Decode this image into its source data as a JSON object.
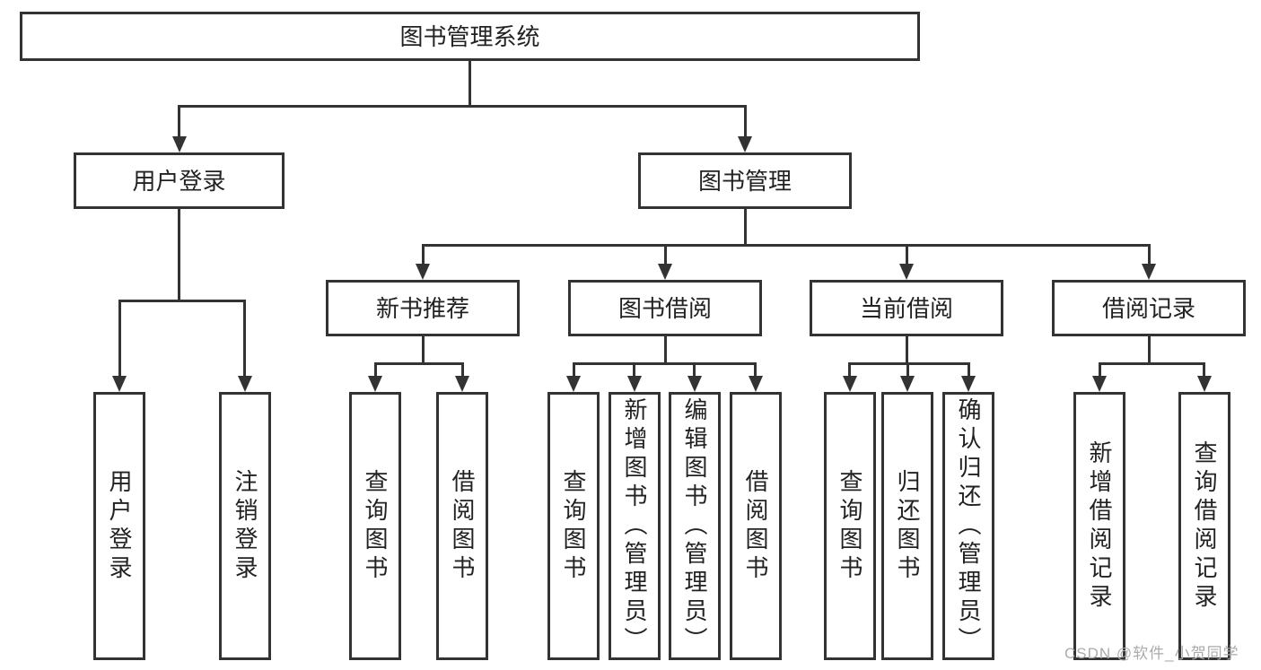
{
  "colors": {
    "line": "#333333",
    "text": "#222222",
    "background": "#ffffff",
    "watermark": "#ababab"
  },
  "tree": {
    "root": "图书管理系统",
    "children": [
      {
        "id": "user-login",
        "label": "用户登录",
        "leaves": [
          "用户登录",
          "注销登录"
        ]
      },
      {
        "id": "book-management",
        "label": "图书管理",
        "children": [
          {
            "id": "new-book-recommend",
            "label": "新书推荐",
            "leaves": [
              "查询图书",
              "借阅图书"
            ]
          },
          {
            "id": "book-borrow",
            "label": "图书借阅",
            "leaves": [
              "查询图书",
              "新增图书（管理员）",
              "编辑图书（管理员）",
              "借阅图书"
            ]
          },
          {
            "id": "current-borrow",
            "label": "当前借阅",
            "leaves": [
              "查询图书",
              "归还图书",
              "确认归还（管理员）"
            ]
          },
          {
            "id": "borrow-record",
            "label": "借阅记录",
            "leaves": [
              "新增借阅记录",
              "查询借阅记录"
            ]
          }
        ]
      }
    ]
  },
  "watermark": {
    "text": "CSDN @软件_小贺同学"
  }
}
